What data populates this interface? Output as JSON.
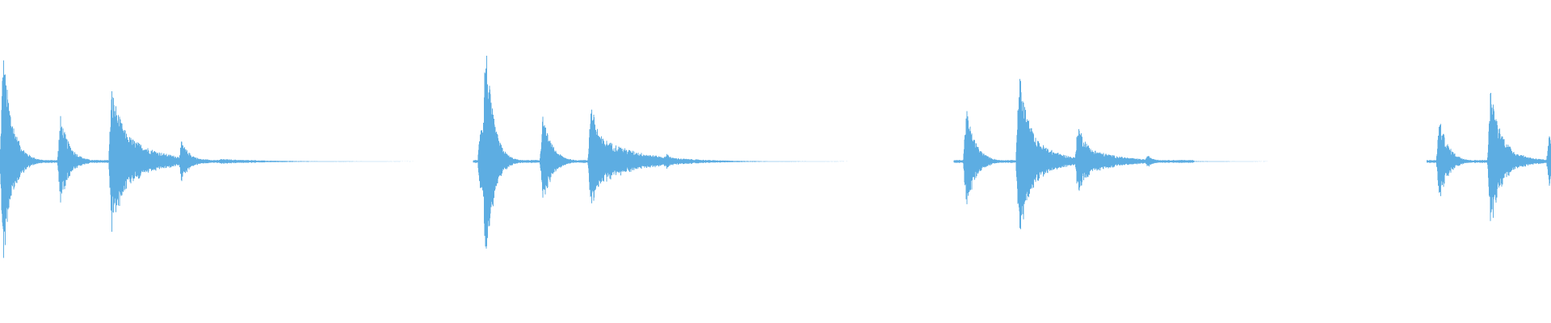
{
  "waveform": {
    "color": "#5dade2",
    "background": "#ffffff",
    "amplitude_range": [
      -1,
      1
    ],
    "duration_range": [
      0,
      1
    ],
    "bursts": [
      {
        "t": 0.002,
        "amp": 0.88,
        "decay": 0.006
      },
      {
        "t": 0.006,
        "amp": 0.45,
        "decay": 0.004
      },
      {
        "t": 0.039,
        "amp": 0.36,
        "decay": 0.006
      },
      {
        "t": 0.072,
        "amp": 0.58,
        "decay": 0.01
      },
      {
        "t": 0.075,
        "amp": 0.3,
        "decay": 0.02
      },
      {
        "t": 0.117,
        "amp": 0.16,
        "decay": 0.006
      },
      {
        "t": 0.142,
        "amp": 0.02,
        "decay": 0.03
      },
      {
        "t": 0.313,
        "amp": 1.0,
        "decay": 0.005
      },
      {
        "t": 0.31,
        "amp": 0.35,
        "decay": 0.006
      },
      {
        "t": 0.35,
        "amp": 0.36,
        "decay": 0.006
      },
      {
        "t": 0.381,
        "amp": 0.46,
        "decay": 0.008
      },
      {
        "t": 0.384,
        "amp": 0.22,
        "decay": 0.025
      },
      {
        "t": 0.43,
        "amp": 0.07,
        "decay": 0.004
      },
      {
        "t": 0.623,
        "amp": 0.42,
        "decay": 0.006
      },
      {
        "t": 0.657,
        "amp": 0.72,
        "decay": 0.008
      },
      {
        "t": 0.661,
        "amp": 0.28,
        "decay": 0.015
      },
      {
        "t": 0.695,
        "amp": 0.3,
        "decay": 0.008
      },
      {
        "t": 0.7,
        "amp": 0.12,
        "decay": 0.02
      },
      {
        "t": 0.74,
        "amp": 0.05,
        "decay": 0.005
      },
      {
        "t": 0.928,
        "amp": 0.34,
        "decay": 0.006
      },
      {
        "t": 0.961,
        "amp": 0.56,
        "decay": 0.008
      },
      {
        "t": 0.965,
        "amp": 0.2,
        "decay": 0.012
      },
      {
        "t": 0.999,
        "amp": 0.22,
        "decay": 0.004
      }
    ],
    "noise_segments": [
      {
        "start": 0.0,
        "end": 0.165,
        "amp": 0.012
      },
      {
        "start": 0.305,
        "end": 0.445,
        "amp": 0.012
      },
      {
        "start": 0.615,
        "end": 0.77,
        "amp": 0.012
      },
      {
        "start": 0.92,
        "end": 1.0,
        "amp": 0.012
      }
    ]
  }
}
